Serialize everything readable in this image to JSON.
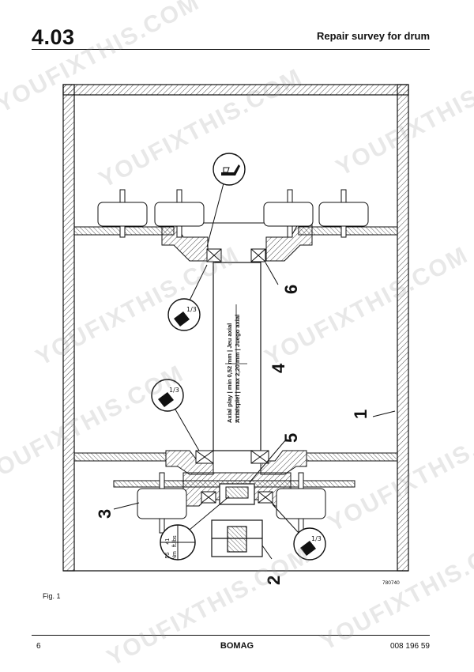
{
  "header": {
    "section": "4.03",
    "title": "Repair survey for drum"
  },
  "figure": {
    "callouts": [
      "1",
      "2",
      "3",
      "4",
      "5",
      "6"
    ],
    "axial_play": {
      "en": "Axial play",
      "de": "Axialspiel",
      "fr": "Jeu axial",
      "es": "Juego axial",
      "min": "min 0,52 mm",
      "max": "max 2,20 mm"
    },
    "torque": {
      "nm": "55",
      "nm_unit": "Nm",
      "ftlbs": "41",
      "ftlbs_unit": "ft.lbs"
    },
    "drawing_number": "780740",
    "label": "Fig. 1"
  },
  "footer": {
    "page": "6",
    "brand": "BOMAG",
    "doc_number": "008 196 59"
  },
  "watermark": "YOUFIXTHIS.COM",
  "icons": [
    "oil-can-icon",
    "grease-tube-icon",
    "torque-wrench-icon"
  ]
}
